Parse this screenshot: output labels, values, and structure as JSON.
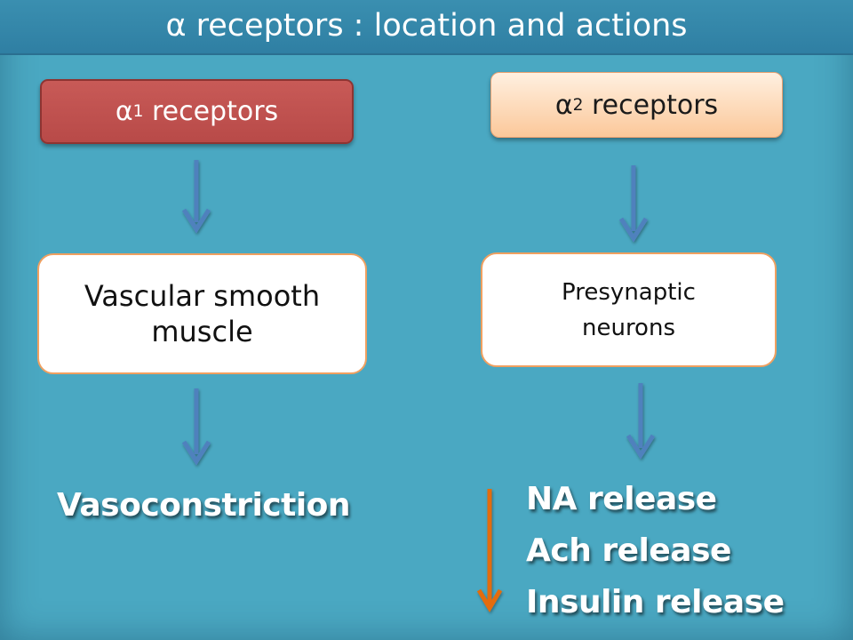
{
  "title": "α receptors : location and actions",
  "alpha1": {
    "label_symbol": "α",
    "label_sub": "1",
    "label_text": " receptors",
    "location": "Vascular smooth muscle",
    "action": "Vasoconstriction"
  },
  "alpha2": {
    "label_symbol": "α",
    "label_sub": "2",
    "label_text": " receptors",
    "location": "Presynaptic neurons",
    "actions": [
      "NA release",
      "Ach release",
      "Insulin release"
    ]
  },
  "colors": {
    "background": "#4aa8c2",
    "alpha1_box": "#c0504d",
    "alpha2_box": "#fbd5b5",
    "flow_arrow": "#4f81bd",
    "decrease_arrow": "#e36c09"
  }
}
